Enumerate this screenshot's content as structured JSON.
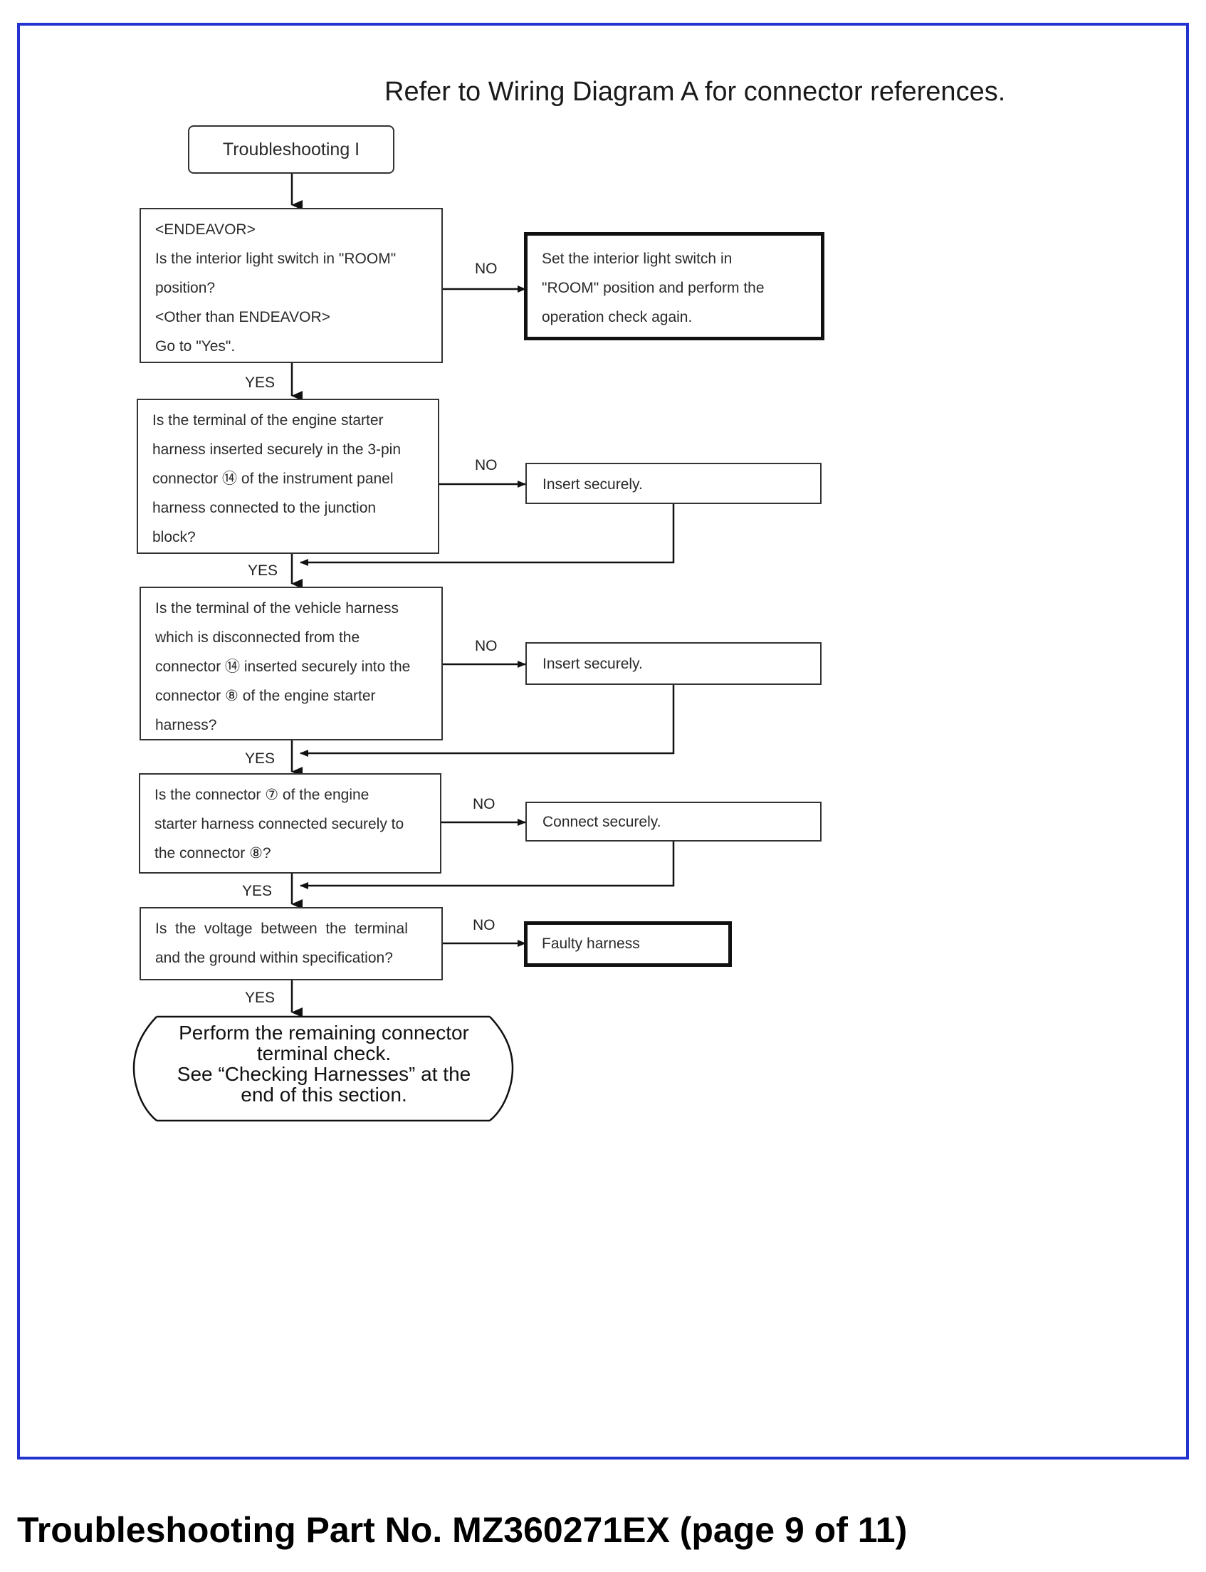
{
  "header": {
    "note": "Refer to Wiring Diagram A for connector references."
  },
  "start": {
    "label": "Troubleshooting I"
  },
  "steps": [
    {
      "question": [
        "<ENDEAVOR>",
        "Is the interior light switch in \"ROOM\"",
        "position?",
        "<Other than ENDEAVOR>",
        "Go to \"Yes\"."
      ],
      "no_label": "NO",
      "no_action": [
        "Set the interior light switch in",
        "\"ROOM\" position and perform the",
        "operation check again."
      ],
      "yes_label": "YES"
    },
    {
      "question": [
        "Is the terminal of the engine starter",
        "harness inserted securely in the 3-pin",
        "connector ⑭ of the instrument panel",
        "harness connected to the junction",
        "block?"
      ],
      "no_label": "NO",
      "no_action": [
        "Insert securely."
      ],
      "yes_label": "YES"
    },
    {
      "question": [
        "Is the terminal of the vehicle harness",
        "which is disconnected from the",
        "connector ⑭ inserted securely into the",
        "connector ⑧ of the engine starter",
        "harness?"
      ],
      "no_label": "NO",
      "no_action": [
        "Insert securely."
      ],
      "yes_label": "YES"
    },
    {
      "question": [
        "Is the connector ⑦ of the engine",
        "starter harness connected securely to",
        "the connector ⑧?"
      ],
      "no_label": "NO",
      "no_action": [
        "Connect securely."
      ],
      "yes_label": "YES"
    },
    {
      "question": [
        "Is  the  voltage  between  the  terminal",
        "and the ground within specification?"
      ],
      "no_label": "NO",
      "no_action": [
        "Faulty harness"
      ],
      "yes_label": "YES"
    }
  ],
  "end": {
    "lines": [
      "Perform the remaining connector",
      "terminal check.",
      "See “Checking Harnesses” at the",
      "end of this section."
    ]
  },
  "footer": {
    "caption": "Troubleshooting Part No. MZ360271EX (page 9 of 11)"
  },
  "colors": {
    "frame": "#2233d0"
  }
}
